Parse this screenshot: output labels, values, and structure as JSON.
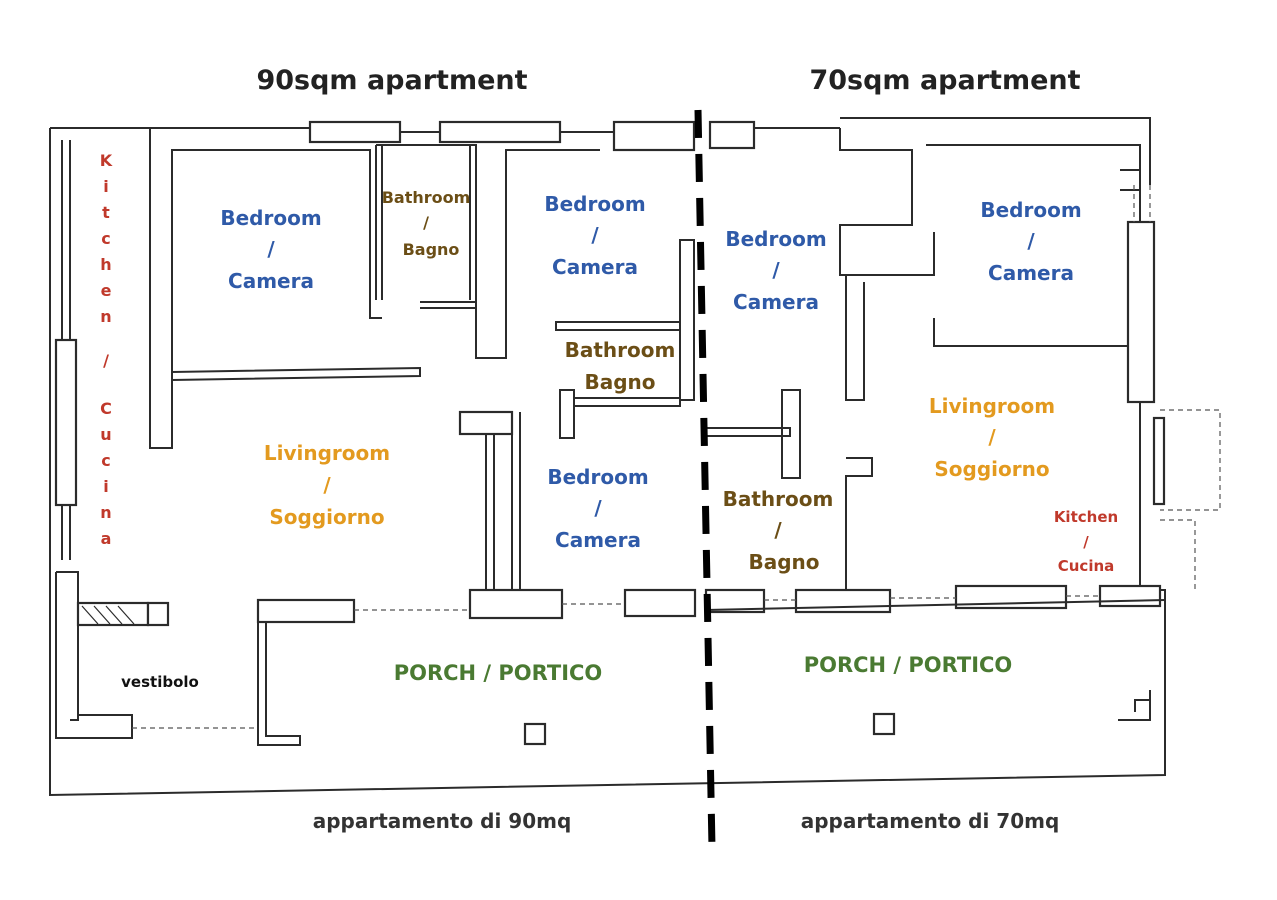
{
  "colors": {
    "bedroom": "#2f5aa8",
    "bathroom": "#6b4e16",
    "livingroom": "#e39a1f",
    "kitchen": "#c0392b",
    "porch": "#4a7a32",
    "text": "#222222",
    "walls": "#2b2b2b"
  },
  "headers": {
    "left": "90sqm apartment",
    "right": "70sqm apartment"
  },
  "footers": {
    "left": "appartamento di 90mq",
    "right": "appartamento di 70mq"
  },
  "rooms": {
    "kitchen_vertical": [
      "K",
      "i",
      "t",
      "c",
      "h",
      "e",
      "n",
      "/",
      "C",
      "u",
      "c",
      "i",
      "n",
      "a"
    ],
    "bedroom_1": [
      "Bedroom",
      "/",
      "Camera"
    ],
    "bathroom_1": [
      "Bathroom",
      "/",
      "Bagno"
    ],
    "bedroom_2": [
      "Bedroom",
      "/",
      "Camera"
    ],
    "bathroom_2": [
      "Bathroom",
      "Bagno"
    ],
    "livingroom_1": [
      "Livingroom",
      "/",
      "Soggiorno"
    ],
    "bedroom_3": [
      "Bedroom",
      "/",
      "Camera"
    ],
    "vestibolo": "vestibolo",
    "porch_1": "PORCH / PORTICO",
    "bedroom_4": [
      "Bedroom",
      "/",
      "Camera"
    ],
    "bedroom_5": [
      "Bedroom",
      "/",
      "Camera"
    ],
    "bathroom_3": [
      "Bathroom",
      "/",
      "Bagno"
    ],
    "livingroom_2": [
      "Livingroom",
      "/",
      "Soggiorno"
    ],
    "kitchen_2": [
      "Kitchen",
      "/",
      "Cucina"
    ],
    "porch_2": "PORCH / PORTICO"
  }
}
